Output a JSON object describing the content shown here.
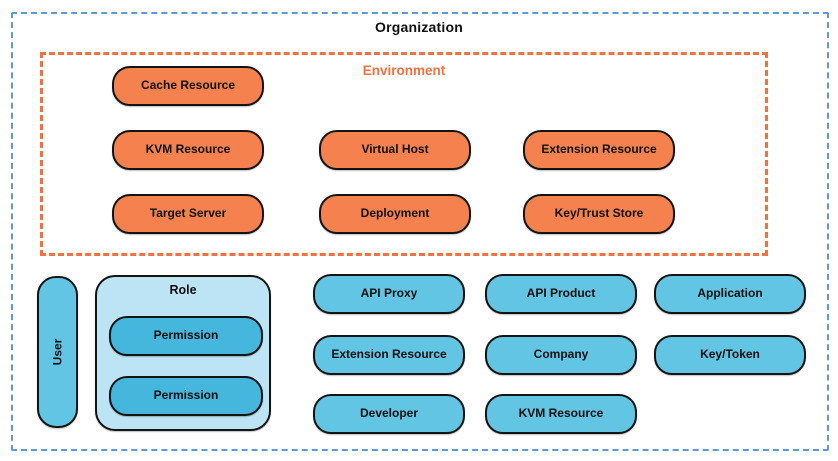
{
  "title": "Organization",
  "environment": {
    "title": "Environment",
    "nodes": [
      {
        "label": "Cache Resource"
      },
      {
        "label": "KVM Resource"
      },
      {
        "label": "Virtual Host"
      },
      {
        "label": "Extension Resource"
      },
      {
        "label": "Target Server"
      },
      {
        "label": "Deployment"
      },
      {
        "label": "Key/Trust Store"
      }
    ]
  },
  "organization": {
    "user_label": "User",
    "role": {
      "label": "Role",
      "permission1": "Permission",
      "permission2": "Permission"
    },
    "nodes": [
      {
        "label": "API Proxy"
      },
      {
        "label": "API Product"
      },
      {
        "label": "Application"
      },
      {
        "label": "Extension Resource"
      },
      {
        "label": "Company"
      },
      {
        "label": "Key/Token"
      },
      {
        "label": "Developer"
      },
      {
        "label": "KVM Resource"
      }
    ]
  },
  "colors": {
    "organization_border": "#5B9BD5",
    "environment_accent": "#F5703C",
    "environment_node_fill": "#F5814E",
    "organization_node_fill": "#62C5E4",
    "role_fill": "#BDE4F4",
    "permission_fill": "#45B6DC",
    "node_border": "#141414"
  }
}
